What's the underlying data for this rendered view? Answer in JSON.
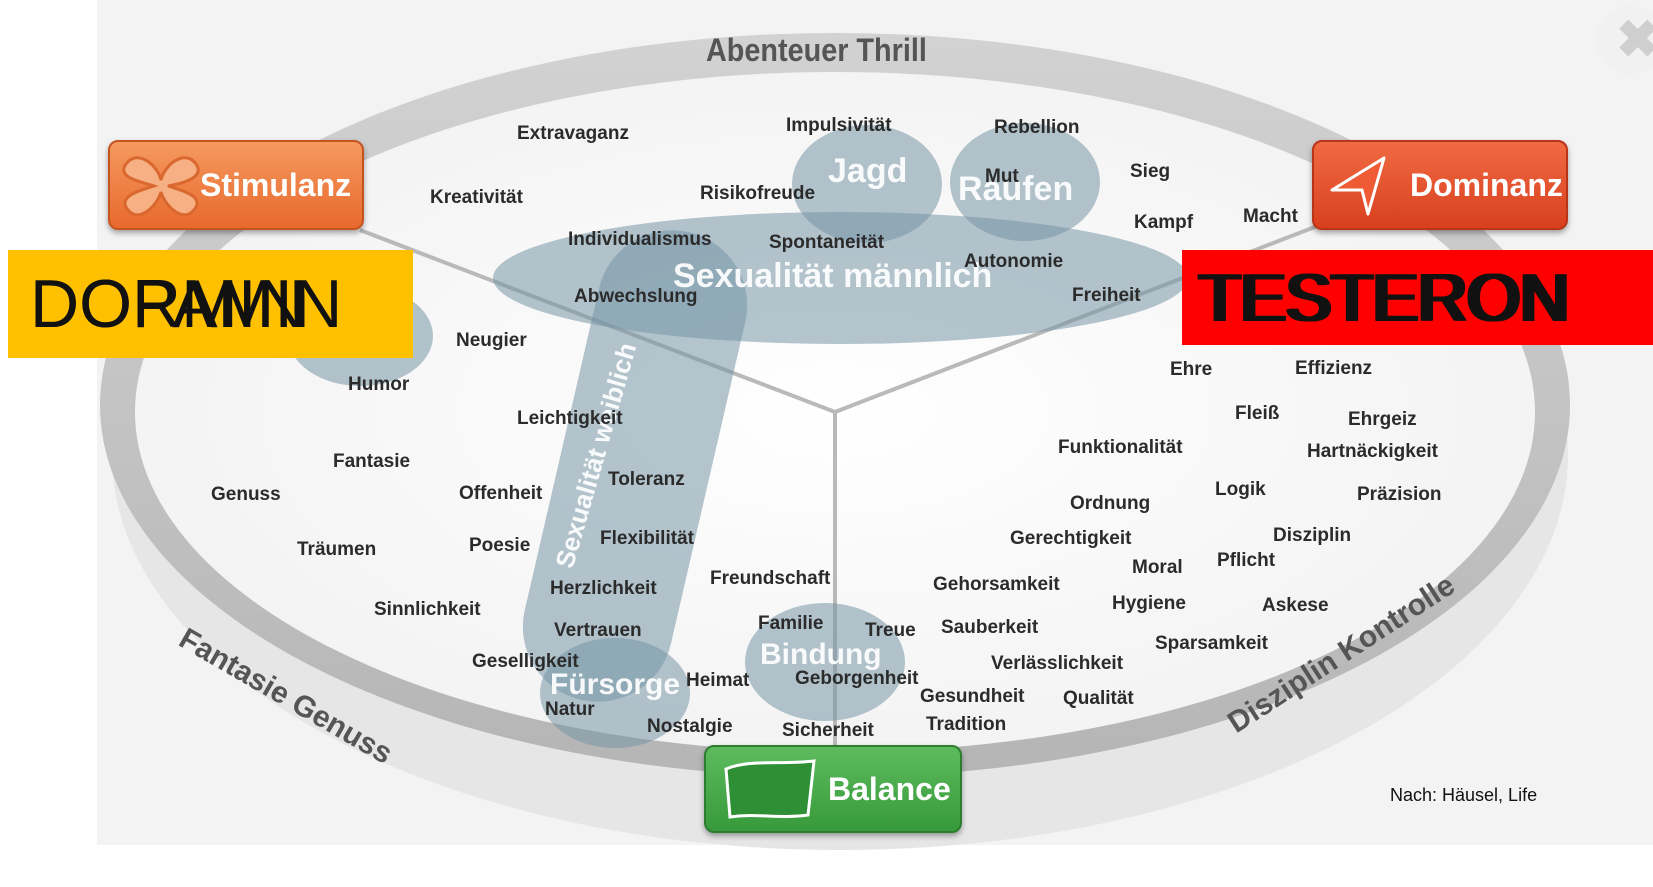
{
  "ring_labels": {
    "top": "Abenteuer Thrill",
    "left": "Fantasie Genuss",
    "right": "Disziplin Kontrolle"
  },
  "buttons": {
    "stimulanz": "Stimulanz",
    "dominanz": "Dominanz",
    "balance": "Balance"
  },
  "hubs": {
    "jagd": "Jagd",
    "raufen": "Raufen",
    "sex_m": "Sexualität männlich",
    "sex_w": "Sexualität weiblich",
    "bindung": "Bindung",
    "fuersorge": "Fürsorge"
  },
  "words": {
    "extravaganz": "Extravaganz",
    "impulsivitaet": "Impulsivität",
    "rebellion": "Rebellion",
    "mut": "Mut",
    "sieg": "Sieg",
    "kreativitaet": "Kreativität",
    "risikofreude": "Risikofreude",
    "kampf": "Kampf",
    "macht": "Macht",
    "individualismus": "Individualismus",
    "spontaneitaet": "Spontaneität",
    "autonomie": "Autonomie",
    "abwechslung": "Abwechslung",
    "freiheit": "Freiheit",
    "neugier": "Neugier",
    "humor": "Humor",
    "ehre": "Ehre",
    "effizienz": "Effizienz",
    "leichtigkeit": "Leichtigkeit",
    "fleiss": "Fleiß",
    "ehrgeiz": "Ehrgeiz",
    "funktionalitaet": "Funktionalität",
    "hartnaeckigkeit": "Hartnäckigkeit",
    "fantasie": "Fantasie",
    "toleranz": "Toleranz",
    "genuss": "Genuss",
    "offenheit": "Offenheit",
    "logik": "Logik",
    "ordnung": "Ordnung",
    "praezision": "Präzision",
    "disziplin": "Disziplin",
    "gerechtigkeit": "Gerechtigkeit",
    "traeumen": "Träumen",
    "poesie": "Poesie",
    "flexibilitaet": "Flexibilität",
    "moral": "Moral",
    "pflicht": "Pflicht",
    "freundschaft": "Freundschaft",
    "herzlichkeit": "Herzlichkeit",
    "gehorsamkeit": "Gehorsamkeit",
    "hygiene": "Hygiene",
    "askese": "Askese",
    "sinnlichkeit": "Sinnlichkeit",
    "familie": "Familie",
    "treue": "Treue",
    "sauberkeit": "Sauberkeit",
    "vertrauen": "Vertrauen",
    "sparsamkeit": "Sparsamkeit",
    "geselligkeit": "Geselligkeit",
    "verlaesslichkeit": "Verlässlichkeit",
    "heimat": "Heimat",
    "geborgenheit": "Geborgenheit",
    "gesundheit": "Gesundheit",
    "qualitaet": "Qualität",
    "natur": "Natur",
    "nostalgie": "Nostalgie",
    "sicherheit": "Sicherheit",
    "tradition": "Tradition"
  },
  "overlays": {
    "left_a": "DOPAMIN",
    "left_b": "DORMIN",
    "right_a": "TESTERON",
    "right_b": "TESTERON",
    "right_c": "TESTERON"
  },
  "credit": "Nach: Häusel, Life",
  "close_glyph": "✖",
  "colors": {
    "orange": "#f0793d",
    "red": "#e2512b",
    "green": "#42a247",
    "yellow_box": "#ffc000",
    "red_box": "#ff0000",
    "ring": "#c9c9c9",
    "blob": "#7b98a6"
  }
}
